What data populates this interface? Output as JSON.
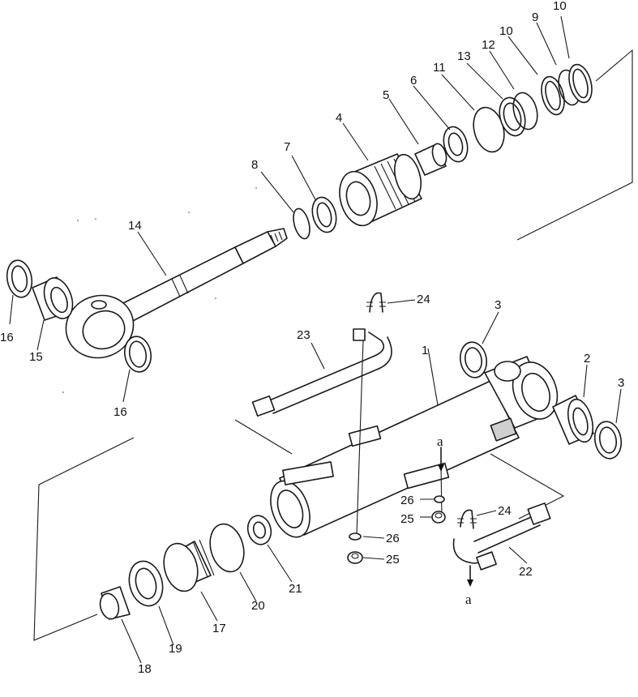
{
  "labels": {
    "p1": "1",
    "p2": "2",
    "p3a": "3",
    "p3b": "3",
    "p4": "4",
    "p5": "5",
    "p6": "6",
    "p7": "7",
    "p8": "8",
    "p9": "9",
    "p10a": "10",
    "p10b": "10",
    "p11": "11",
    "p12": "12",
    "p13": "13",
    "p14": "14",
    "p15": "15",
    "p16a": "16",
    "p16b": "16",
    "p17": "17",
    "p18": "18",
    "p19": "19",
    "p20": "20",
    "p21": "21",
    "p22": "22",
    "p23": "23",
    "p24a": "24",
    "p24b": "24",
    "p25a": "25",
    "p25b": "25",
    "p26a": "26",
    "p26b": "26",
    "a1": "a",
    "a2": "a"
  }
}
